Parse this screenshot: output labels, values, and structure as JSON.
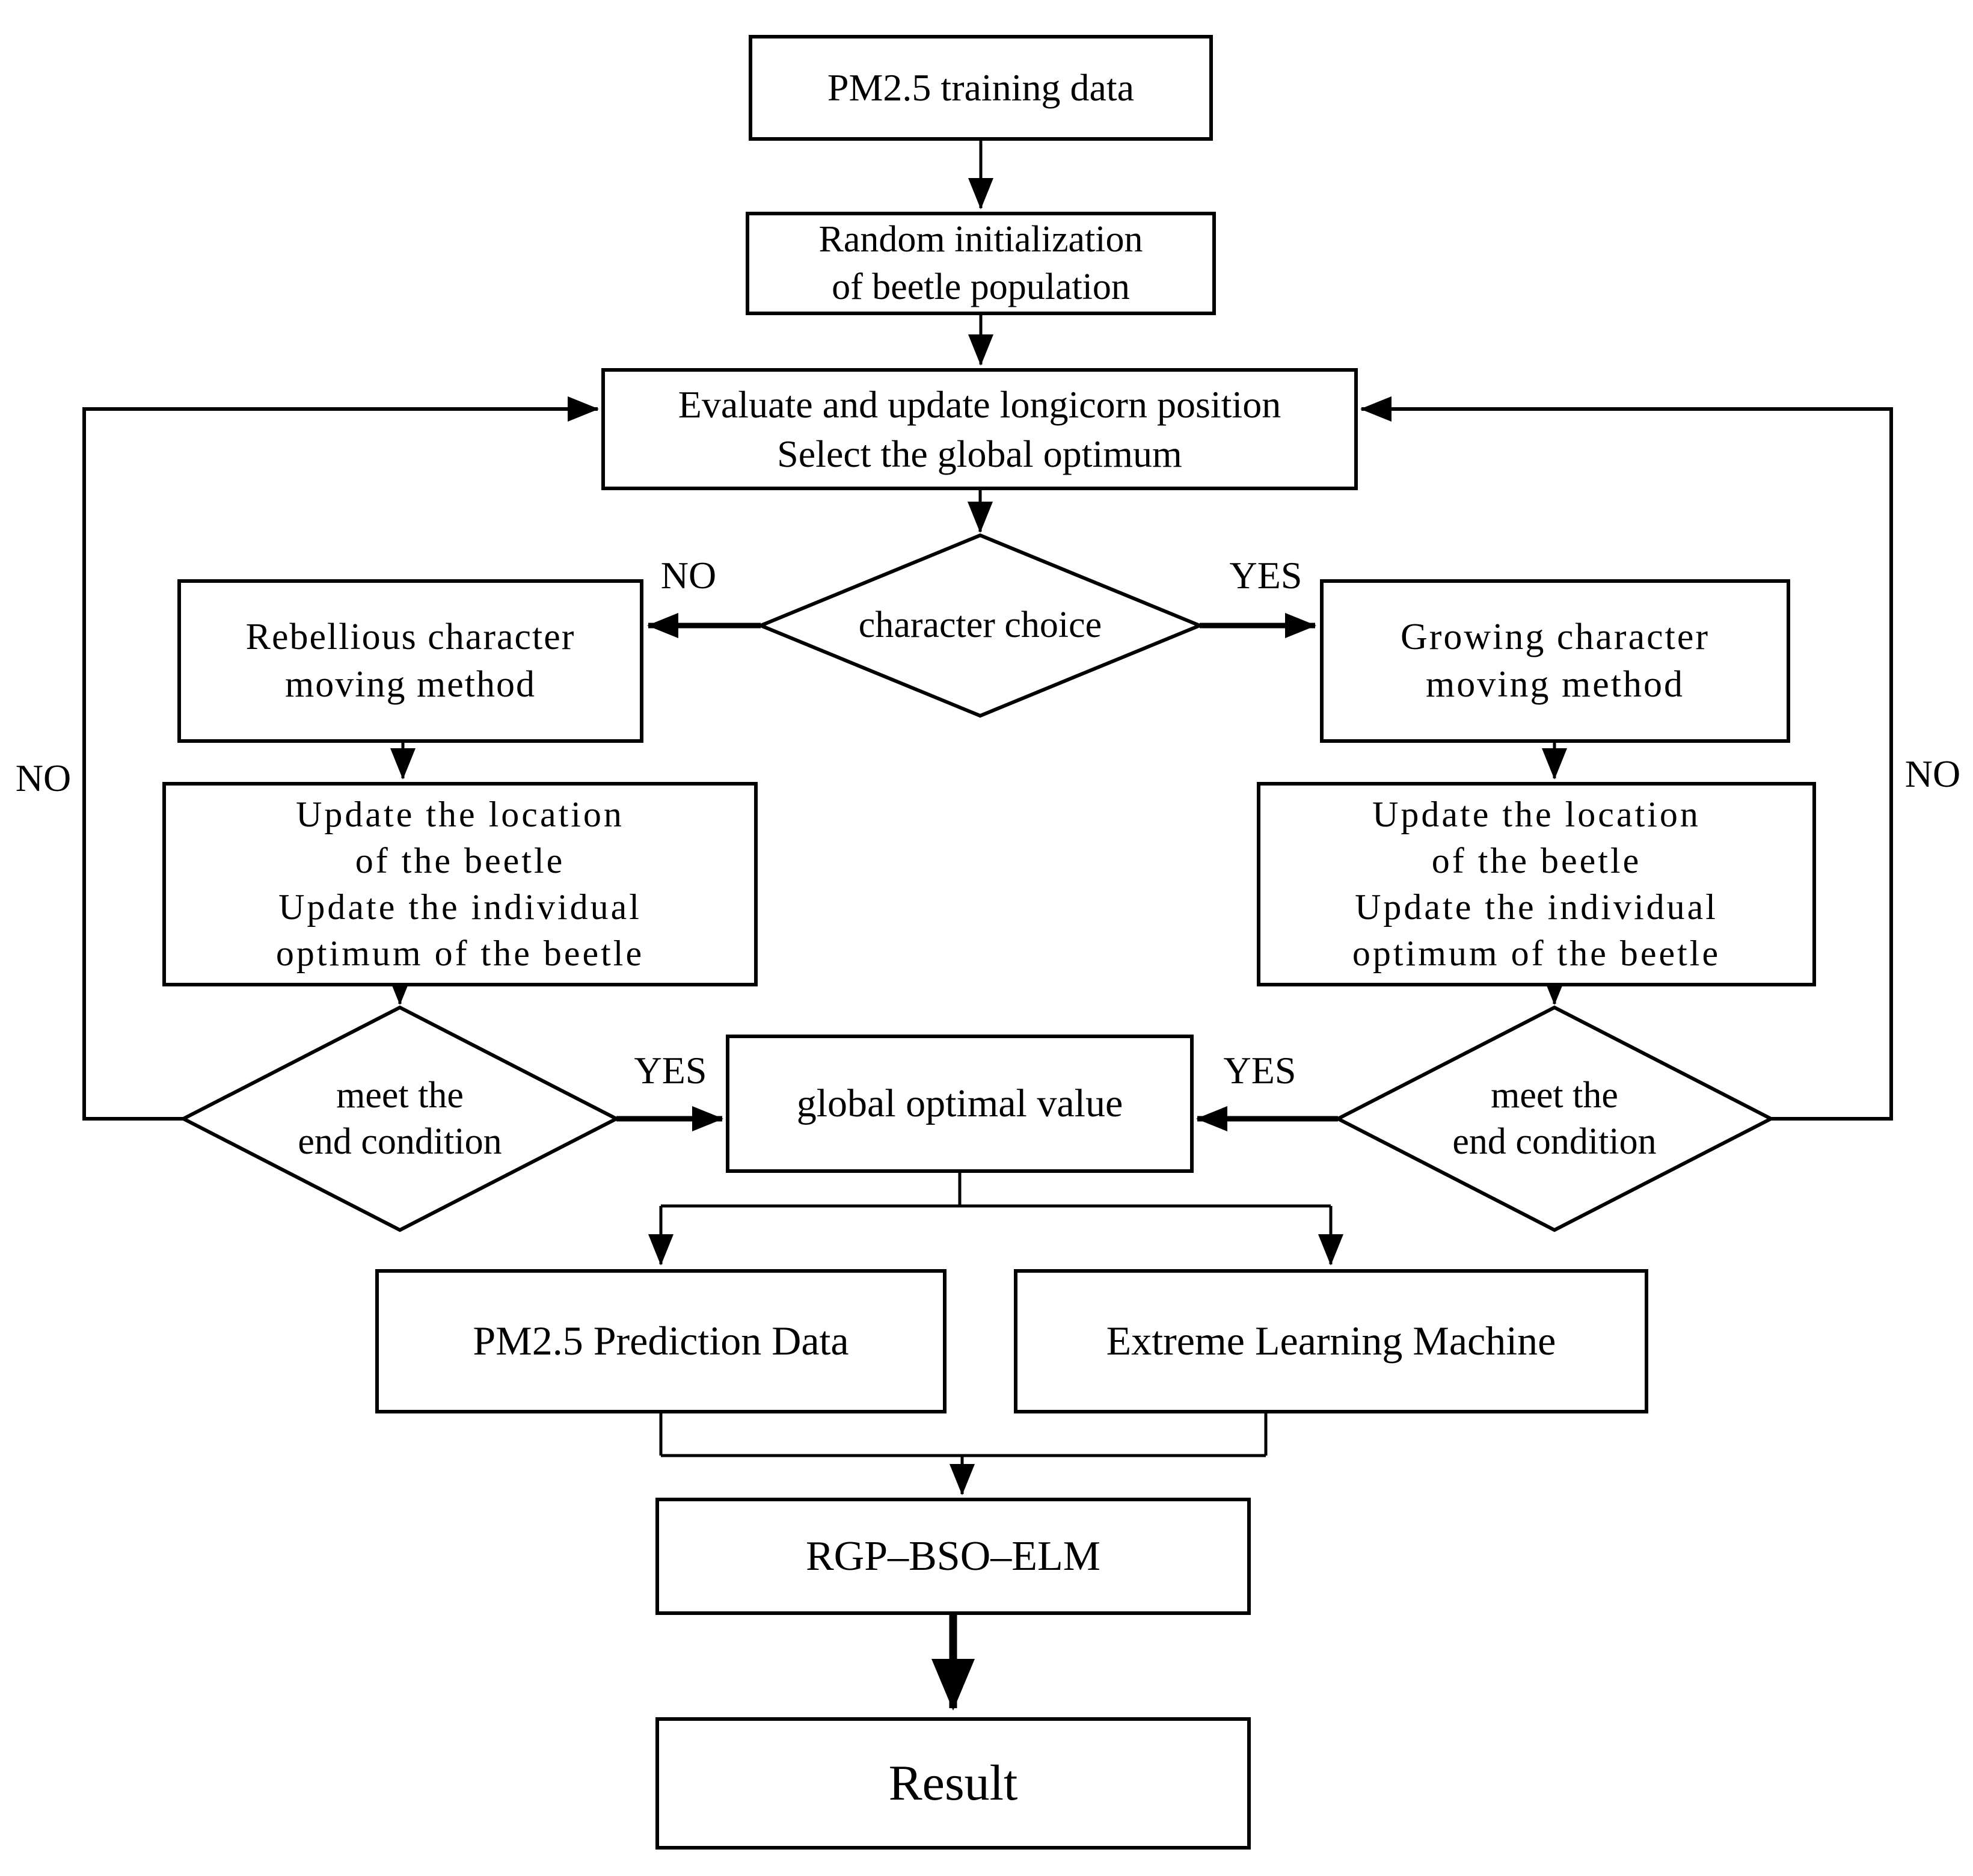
{
  "diagram": {
    "title": "RGP-BSO-ELM PM2.5 prediction flowchart",
    "colors": {
      "stroke": "#000000",
      "background": "#ffffff",
      "text": "#000000"
    },
    "nodes": {
      "training": {
        "label": "PM2.5 training data"
      },
      "init": {
        "lines": [
          "Random initialization",
          "of beetle population"
        ]
      },
      "evaluate": {
        "lines": [
          "Evaluate and update longicorn position",
          "Select the global optimum"
        ]
      },
      "character_choice": {
        "label": "character choice"
      },
      "rebellious": {
        "lines": [
          "Rebellious character",
          "moving method"
        ]
      },
      "growing": {
        "lines": [
          "Growing character",
          "moving method"
        ]
      },
      "update_left": {
        "lines": [
          "Update the location",
          "of the beetle",
          "Update the individual",
          "optimum of the beetle"
        ]
      },
      "update_right": {
        "lines": [
          "Update the location",
          "of the beetle",
          "Update the individual",
          "optimum of the beetle"
        ]
      },
      "end_left": {
        "lines": [
          "meet the",
          "end condition"
        ]
      },
      "end_right": {
        "lines": [
          "meet the",
          "end condition"
        ]
      },
      "global_optimum": {
        "label": "global optimal value"
      },
      "pm_prediction": {
        "label": "PM2.5 Prediction Data"
      },
      "elm": {
        "label": "Extreme Learning Machine"
      },
      "rgp_bso_elm": {
        "label": "RGP–BSO–ELM"
      },
      "result": {
        "label": "Result"
      }
    },
    "edge_labels": {
      "character_no": "NO",
      "character_yes": "YES",
      "end_left_yes": "YES",
      "end_right_yes": "YES",
      "loop_left_no": "NO",
      "loop_right_no": "NO"
    }
  }
}
